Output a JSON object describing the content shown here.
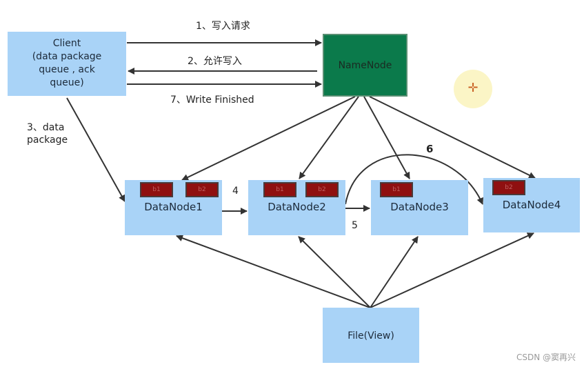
{
  "nodes": {
    "client": {
      "label_lines": [
        "Client",
        "(data package",
        "queue , ack",
        "queue)"
      ]
    },
    "namenode": {
      "label": "NameNode"
    },
    "datanodes": [
      {
        "label": "DataNode1",
        "blocks": [
          "b1",
          "b2"
        ]
      },
      {
        "label": "DataNode2",
        "blocks": [
          "b1",
          "b2"
        ]
      },
      {
        "label": "DataNode3",
        "blocks": [
          "b1"
        ]
      },
      {
        "label": "DataNode4",
        "blocks": [
          "b2"
        ]
      }
    ],
    "file": {
      "label": "File(View)"
    }
  },
  "steps": {
    "step1": "1、写入请求",
    "step2": "2、允许写入",
    "step7": "7、Write Finished",
    "step3_lines": [
      "3、data",
      "package"
    ],
    "step4": "4",
    "step5": "5",
    "step6": "6"
  },
  "colors": {
    "box_fill": "#a9d3f7",
    "namenode_fill": "#0b7a4b",
    "block_fill": "#8f1010",
    "arrow": "#333333"
  },
  "cursor_icon": "crosshair-move-icon",
  "watermark": "CSDN @窦再兴"
}
